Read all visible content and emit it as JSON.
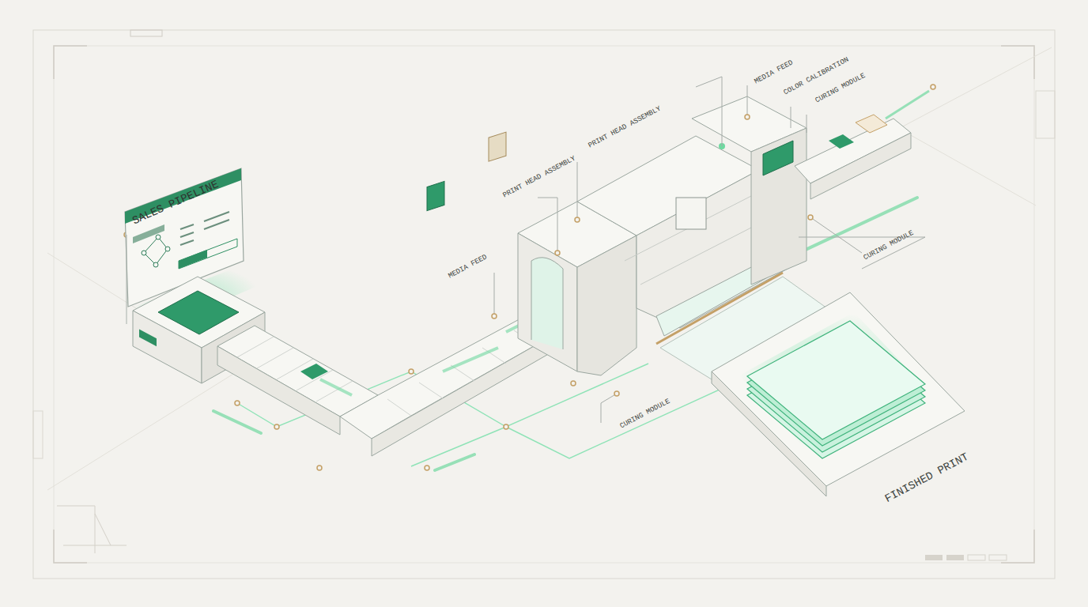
{
  "diagram": {
    "nodes": [
      {
        "text": [
          "SALES PIPELINE"
        ]
      }
    ],
    "labels": [
      "PRINT HEAD ASSEMBLY",
      "MEDIA FEED",
      "COLOR CALIBRATION",
      "CURING MODULE",
      "PRINT HEAD ASSEMBLY",
      "MEDIA FEED",
      "CURING MODULE",
      "CURING MODULE",
      "FINISHED PRINT"
    ]
  }
}
